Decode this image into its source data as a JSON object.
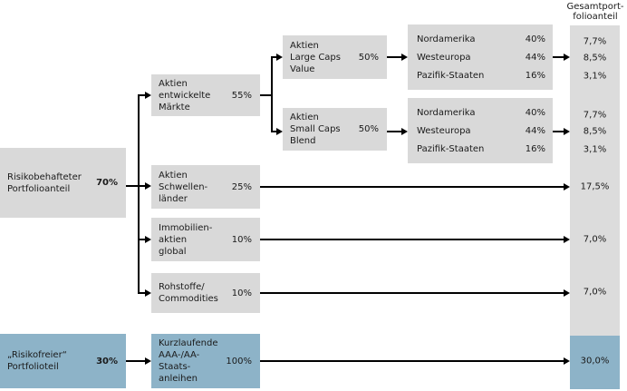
{
  "header": {
    "total_column_title": "Gesamtport-\nfolioanteil"
  },
  "nodes": {
    "risky": {
      "label": "Risikobehafteter\nPortfolioanteil",
      "value": "70%"
    },
    "risk_free": {
      "label": "„Risikofreier“\nPortfolioteil",
      "value": "30%"
    },
    "equities_developed": {
      "label": "Aktien\nentwickelte\nMärkte",
      "value": "55%"
    },
    "equities_emerging": {
      "label": "Aktien\nSchwellen-\nländer",
      "value": "25%"
    },
    "real_estate": {
      "label": "Immobilien-\naktien\nglobal",
      "value": "10%"
    },
    "commodities": {
      "label": "Rohstoffe/\nCommodities",
      "value": "10%"
    },
    "bonds": {
      "label": "Kurzlaufende\nAAA-/AA-\nStaats-\nanleihen",
      "value": "100%"
    },
    "large_caps": {
      "label": "Aktien\nLarge Caps\nValue",
      "value": "50%"
    },
    "small_caps": {
      "label": "Aktien\nSmall Caps\nBlend",
      "value": "50%"
    }
  },
  "regions_top": {
    "rows": [
      {
        "name": "Nordamerika",
        "value": "40%"
      },
      {
        "name": "Westeuropa",
        "value": "44%"
      },
      {
        "name": "Pazifik-Staaten",
        "value": "16%"
      }
    ]
  },
  "regions_bottom": {
    "rows": [
      {
        "name": "Nordamerika",
        "value": "40%"
      },
      {
        "name": "Westeuropa",
        "value": "44%"
      },
      {
        "name": "Pazifik-Staaten",
        "value": "16%"
      }
    ]
  },
  "totals": [
    {
      "value": "7,7%"
    },
    {
      "value": "8,5%"
    },
    {
      "value": "3,1%"
    },
    {
      "value": "7,7%"
    },
    {
      "value": "8,5%"
    },
    {
      "value": "3,1%"
    },
    {
      "value": "17,5%"
    },
    {
      "value": "7,0%"
    },
    {
      "value": "7,0%"
    },
    {
      "value": "30,0%"
    }
  ],
  "colors": {
    "gray": "#d9d9d9",
    "column_gray": "#dcdcdc",
    "blue": "#8db3c8"
  }
}
